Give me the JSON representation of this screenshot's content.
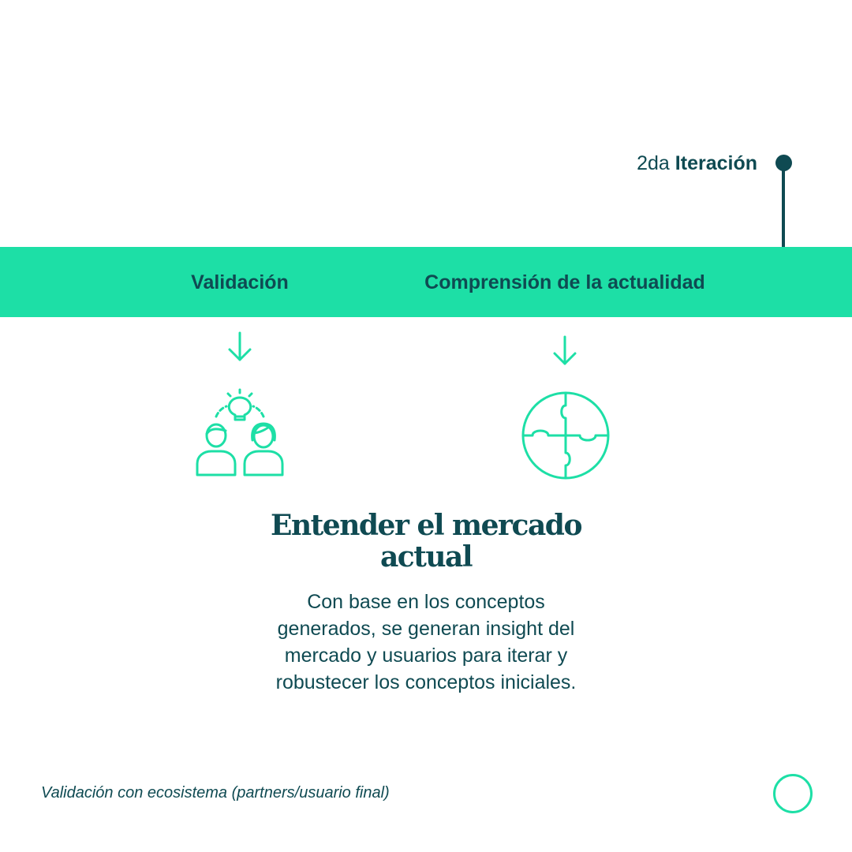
{
  "iteration": {
    "prefix": "2da",
    "bold": "Iteración"
  },
  "band": {
    "items": [
      {
        "label": "Validación"
      },
      {
        "label": "Comprensión de la actualidad"
      }
    ]
  },
  "icons": {
    "left": "people-idea-icon",
    "right": "puzzle-globe-icon"
  },
  "main": {
    "heading": "Entender el mercado actual",
    "body": "Con base en los conceptos generados, se generan insight del mercado y usuarios para iterar y robustecer los conceptos iniciales."
  },
  "footer": {
    "note": "Validación con ecosistema (partners/usuario final)"
  },
  "colors": {
    "accent": "#1ddfa6",
    "dark": "#0f4a52",
    "background": "#ffffff"
  }
}
